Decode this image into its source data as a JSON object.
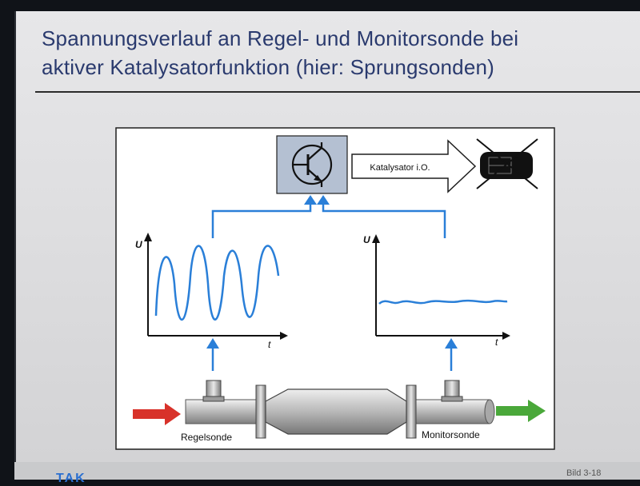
{
  "slide": {
    "title_line1": "Spannungsverlauf an Regel- und Monitorsonde bei",
    "title_line2": "aktiver Katalysatorfunktion (hier: Sprungsonden)"
  },
  "diagram": {
    "status_label": "Katalysator i.O.",
    "left_plot": {
      "y_axis": "U",
      "x_axis": "t"
    },
    "right_plot": {
      "y_axis": "U",
      "x_axis": "t"
    },
    "left_sensor_label": "Regelsonde",
    "right_sensor_label": "Monitorsonde"
  },
  "footer": {
    "logo": "TAK",
    "slide_number": "Bild 3-18"
  },
  "colors": {
    "signal": "#2a7fd8",
    "inflow_arrow": "#d8322a",
    "outflow_arrow": "#4aa83a",
    "title": "#2a3a6e"
  }
}
